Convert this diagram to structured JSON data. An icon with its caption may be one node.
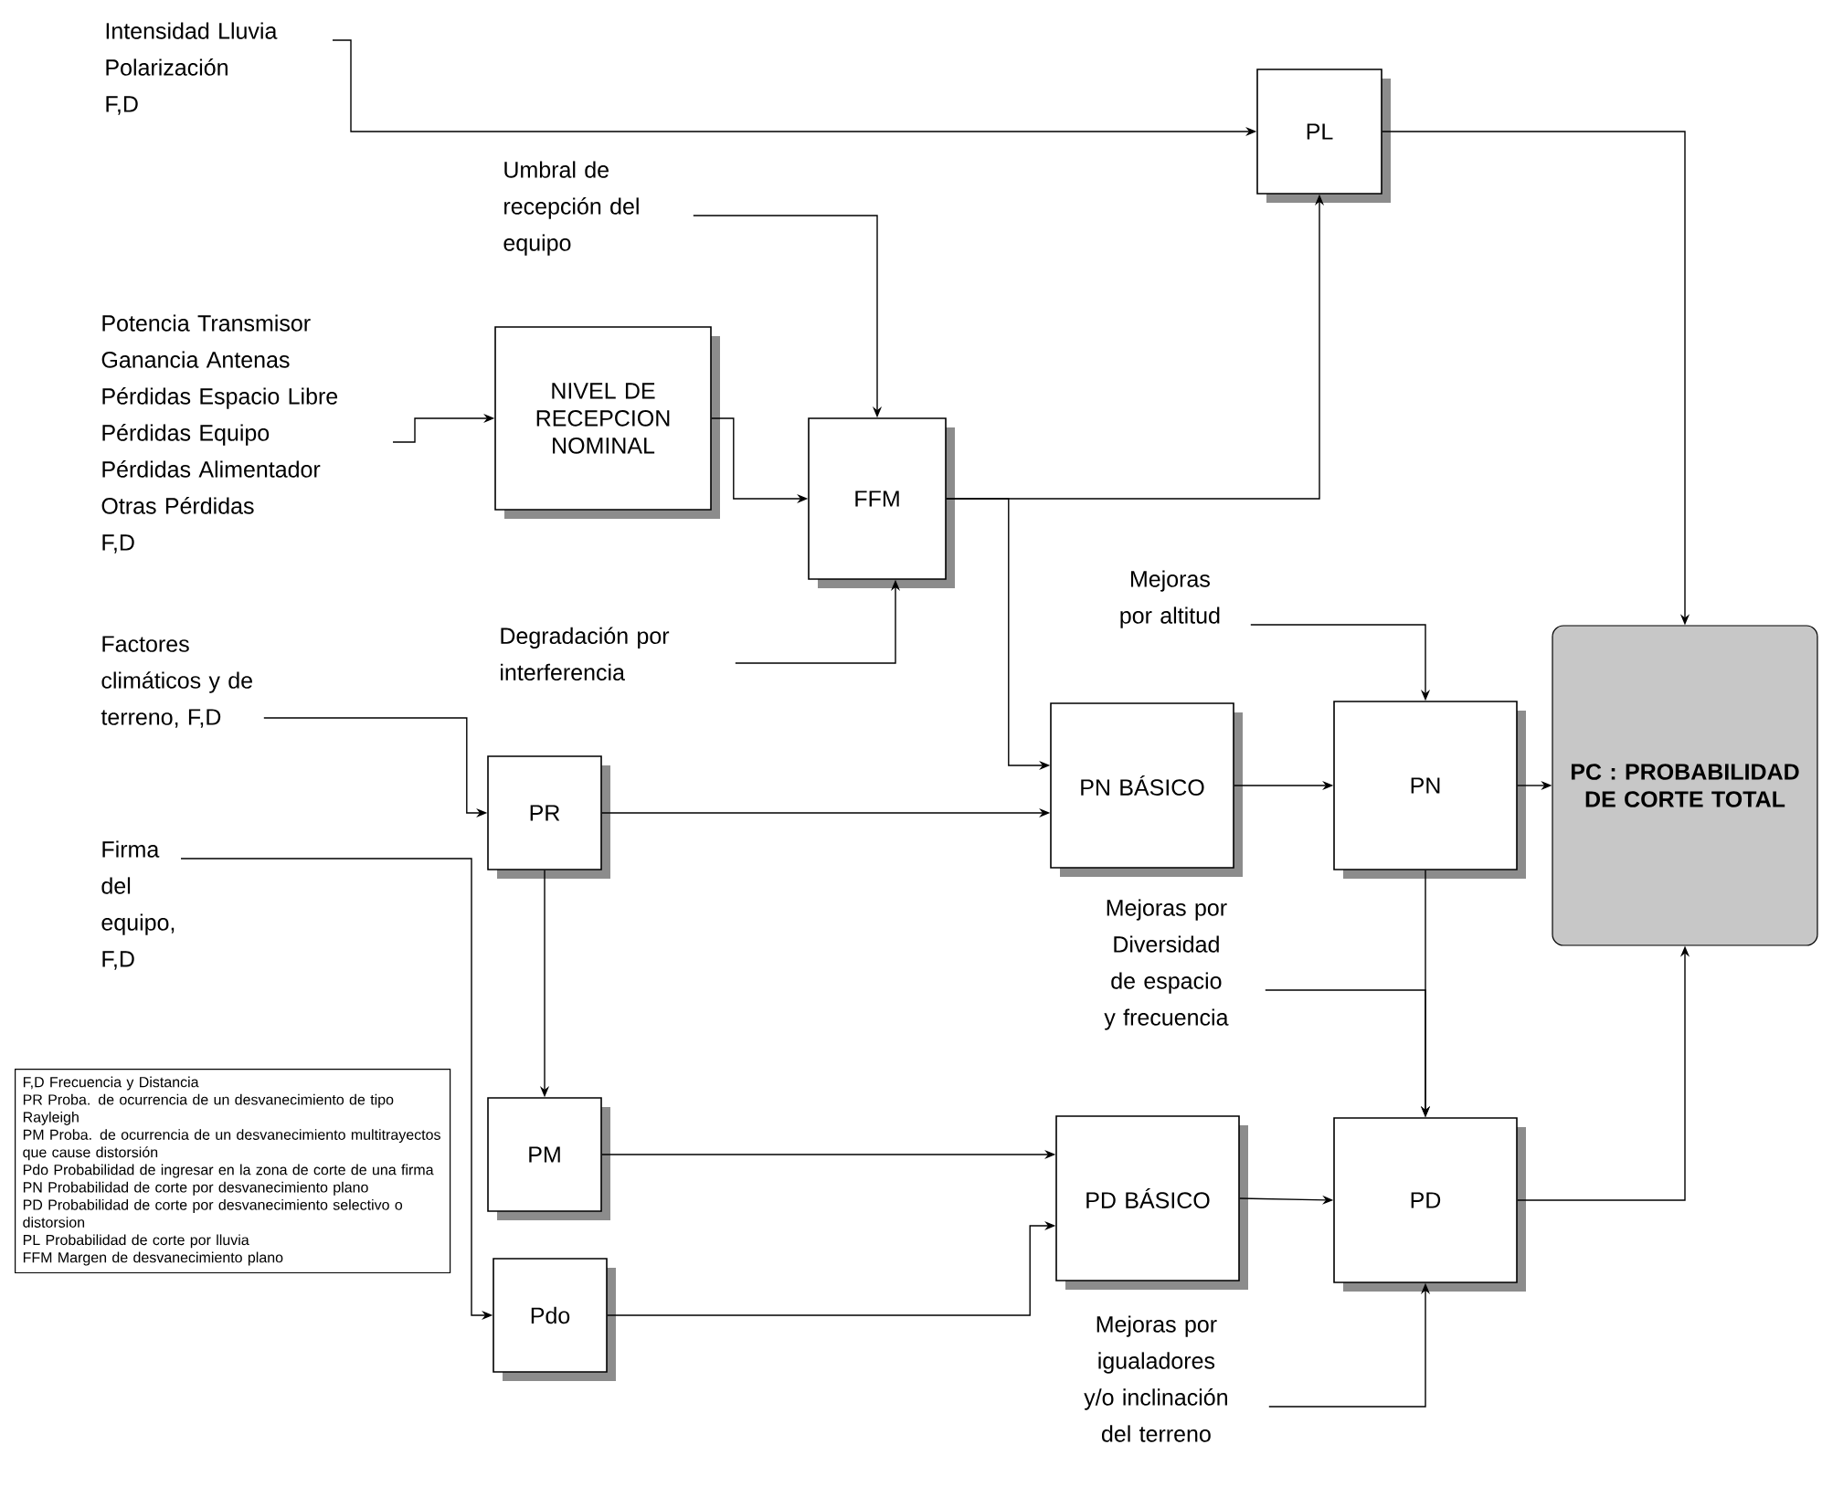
{
  "diagram": {
    "nodes": [
      {
        "text": [
          "Intensidad Lluvia",
          "Polarización",
          "F,D"
        ]
      },
      {
        "text": [
          "PL"
        ]
      },
      {
        "text": [
          "Umbral de recepción del equipo"
        ]
      },
      {
        "text": [
          "Potencia Transmisor",
          "Ganancia Antenas",
          "Pérdidas Espacio Libre",
          "Pérdidas Equipo",
          "Pérdidas Alimentador",
          "Otras Pérdidas",
          "F,D"
        ]
      },
      {
        "text": [
          "NIVEL DE RECEPCION NOMINAL"
        ]
      },
      {
        "text": [
          "FFM"
        ]
      },
      {
        "text": [
          "Mejoras por altitud"
        ]
      },
      {
        "text": [
          "Factores climáticos y de terreno, F,D"
        ]
      },
      {
        "text": [
          "Degradación por interferencia"
        ]
      },
      {
        "text": [
          "PR"
        ]
      },
      {
        "text": [
          "PN BÁSICO"
        ]
      },
      {
        "text": [
          "PN"
        ]
      },
      {
        "text": [
          "PC : PROBABILIDAD DE CORTE TOTAL"
        ]
      },
      {
        "text": [
          "Firma del equipo, F,D"
        ]
      },
      {
        "text": [
          "Mejoras por Diversidad de espacio y frecuencia"
        ]
      },
      {
        "text": [
          "PM"
        ]
      },
      {
        "text": [
          "PD BÁSICO"
        ]
      },
      {
        "text": [
          "PD"
        ]
      },
      {
        "text": [
          "Pdo"
        ]
      },
      {
        "text": [
          "Mejoras por igualadores y/o inclinación del terreno"
        ]
      },
      {
        "text": [
          "F,D  Frecuencia y Distancia",
          "PR  Proba. de ocurrencia de un desvanecimiento de tipo Rayleigh",
          "PM  Proba. de ocurrencia de un desvanecimiento multitrayectos que cause distorsión",
          "Pdo  Probabilidad de ingresar en la zona de corte de una firma",
          "PN  Probabilidad de corte por desvanecimiento plano",
          "PD  Probabilidad de corte por desvanecimiento selectivo o distorsion",
          "PL  Probabilidad de corte por lluvia",
          "FFM  Margen de desvanecimiento plano"
        ]
      }
    ],
    "edges": [
      {
        "from": 0,
        "to": 1,
        "arrow": "to"
      },
      {
        "from": 2,
        "to": 5,
        "arrow": "to"
      },
      {
        "from": 3,
        "to": 4,
        "arrow": "to"
      },
      {
        "from": 4,
        "to": 5,
        "arrow": "to"
      },
      {
        "from": 5,
        "to": 1,
        "arrow": "to"
      },
      {
        "from": 5,
        "to": 10,
        "arrow": "to"
      },
      {
        "from": 8,
        "to": 5,
        "arrow": "to"
      },
      {
        "from": 7,
        "to": 9,
        "arrow": "to"
      },
      {
        "from": 9,
        "to": 10,
        "arrow": "to"
      },
      {
        "from": 9,
        "to": 15,
        "arrow": "to"
      },
      {
        "from": 10,
        "to": 11,
        "arrow": "to"
      },
      {
        "from": 6,
        "to": 11,
        "arrow": "to"
      },
      {
        "from": 11,
        "to": 12,
        "arrow": "to"
      },
      {
        "from": 1,
        "to": 12,
        "arrow": "to"
      },
      {
        "from": 14,
        "to": 17,
        "arrow": "to"
      },
      {
        "from": 11,
        "to": 17,
        "arrow": "to"
      },
      {
        "from": 15,
        "to": 16,
        "arrow": "to"
      },
      {
        "from": 18,
        "to": 16,
        "arrow": "to"
      },
      {
        "from": 16,
        "to": 17,
        "arrow": "to"
      },
      {
        "from": 19,
        "to": 17,
        "arrow": "to"
      },
      {
        "from": 17,
        "to": 12,
        "arrow": "to"
      },
      {
        "from": 13,
        "to": 18,
        "arrow": "to"
      }
    ]
  }
}
